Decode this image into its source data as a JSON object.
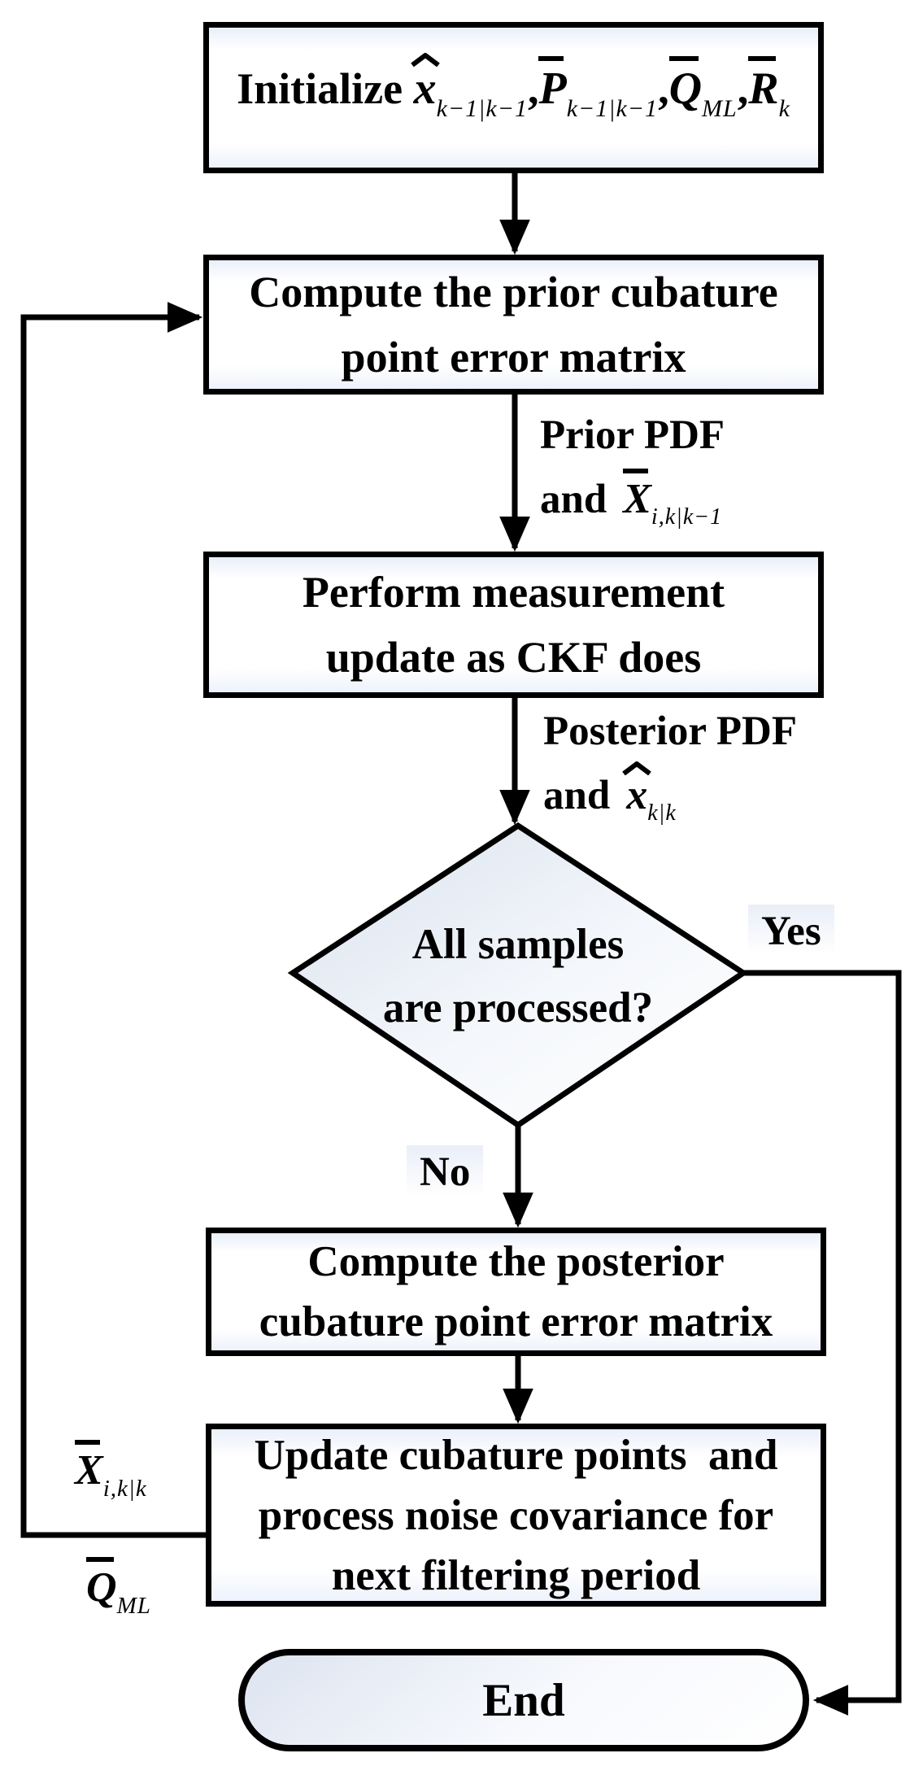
{
  "diagram": {
    "type": "flowchart",
    "nodes": {
      "initialize": {
        "prefix": "Initialize",
        "terms": [
          {
            "base": "x",
            "accent": "hat",
            "sub": "k−1|k−1",
            "sep": ","
          },
          {
            "base": "P",
            "accent": "bar",
            "sub": "k−1|k−1",
            "sep": ","
          },
          {
            "base": "Q",
            "accent": "bar",
            "sub": "ML",
            "sep": ","
          },
          {
            "base": "R",
            "accent": "bar",
            "sub": "k",
            "sep": ""
          }
        ]
      },
      "compute_prior": {
        "lines": [
          "Compute the prior cubature",
          "point error matrix"
        ]
      },
      "measurement_update": {
        "lines": [
          "Perform measurement",
          "update as CKF does"
        ]
      },
      "decision": {
        "lines": [
          "All samples",
          "are processed?"
        ]
      },
      "compute_posterior": {
        "lines": [
          "Compute the posterior",
          "cubature point error matrix"
        ]
      },
      "update_points": {
        "lines": [
          "Update cubature points  and",
          "process noise covariance for",
          "next filtering period"
        ]
      },
      "end": {
        "label": "End"
      }
    },
    "edge_labels": {
      "prior": {
        "line1": "Prior PDF",
        "conj": "and",
        "math": {
          "base": "X",
          "accent": "bar",
          "sub": "i,k|k−1"
        }
      },
      "posterior": {
        "line1": "Posterior PDF",
        "conj": "and",
        "math": {
          "base": "x",
          "accent": "hat",
          "sub": "k|k"
        }
      },
      "yes": "Yes",
      "no": "No",
      "feedback_points": {
        "base": "X",
        "accent": "bar",
        "sub": "i,k|k"
      },
      "feedback_noise": {
        "base": "Q",
        "accent": "bar",
        "sub": "ML"
      }
    },
    "colors": {
      "stroke": "#000000",
      "box_fill_tint": "#e9effa",
      "shadow_dots": "#bed0ec",
      "gradient_dark": "#d9e1ee",
      "gradient_light": "#ffffff"
    }
  }
}
